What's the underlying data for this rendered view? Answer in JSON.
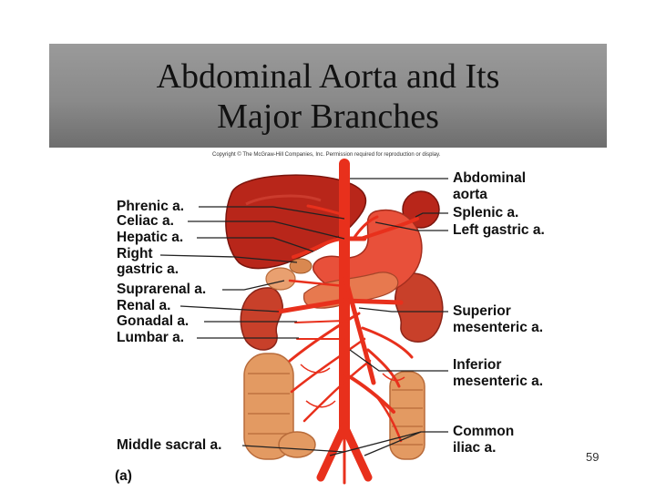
{
  "slide": {
    "title_line1": "Abdominal Aorta and Its",
    "title_line2": "Major Branches",
    "copyright": "Copyright © The McGraw-Hill Companies, Inc. Permission required for reproduction or display.",
    "page_number": "59",
    "figure_panel": "(a)"
  },
  "labels_left": [
    "Phrenic a.",
    "Celiac a.",
    "Hepatic a.",
    "Right",
    "gastric a.",
    "Suprarenal a.",
    "Renal a.",
    "Gonadal a.",
    "Lumbar a.",
    "Middle sacral a."
  ],
  "labels_right": [
    "Abdominal",
    "aorta",
    "Splenic a.",
    "Left gastric a.",
    "Superior",
    "mesenteric a.",
    "Inferior",
    "mesenteric a.",
    "Common",
    "iliac a."
  ],
  "colors": {
    "title_bar": "#8c8c8c",
    "artery": "#e8301c",
    "liver": "#b8261a",
    "stomach": "#e8503a",
    "intestine": "#e39a62",
    "kidney": "#c8402a",
    "adrenal": "#e9a070"
  }
}
